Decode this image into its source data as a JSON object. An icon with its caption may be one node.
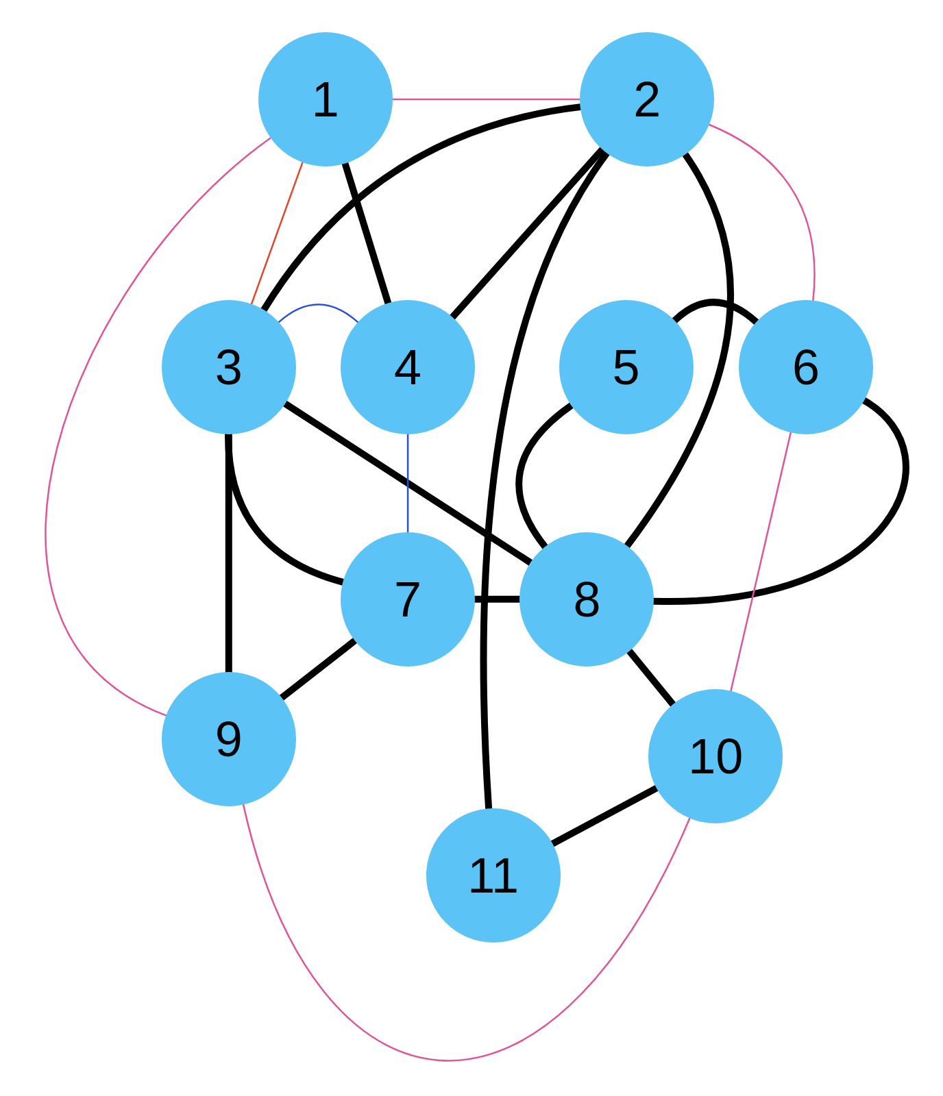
{
  "diagram": {
    "nodes": [
      {
        "text": [
          "1"
        ]
      },
      {
        "text": [
          "2"
        ]
      },
      {
        "text": [
          "3"
        ]
      },
      {
        "text": [
          "4"
        ]
      },
      {
        "text": [
          "5"
        ]
      },
      {
        "text": [
          "6"
        ]
      },
      {
        "text": [
          "7"
        ]
      },
      {
        "text": [
          "8"
        ]
      },
      {
        "text": [
          "9"
        ]
      },
      {
        "text": [
          "10"
        ]
      },
      {
        "text": [
          "11"
        ]
      }
    ],
    "edges": [
      {
        "from": 0,
        "to": 1,
        "arrow": "none",
        "color": "#e0559a"
      },
      {
        "from": 0,
        "to": 8,
        "arrow": "none",
        "color": "#e0559a"
      },
      {
        "from": 0,
        "to": 2,
        "arrow": "none",
        "color": "#e04a2a"
      },
      {
        "from": 0,
        "to": 3,
        "arrow": "none"
      },
      {
        "from": 1,
        "to": 2,
        "arrow": "none"
      },
      {
        "from": 1,
        "to": 3,
        "arrow": "none"
      },
      {
        "from": 1,
        "to": 10,
        "arrow": "none"
      },
      {
        "from": 1,
        "to": 7,
        "arrow": "none"
      },
      {
        "from": 1,
        "to": 5,
        "arrow": "none",
        "color": "#e0559a"
      },
      {
        "from": 2,
        "to": 3,
        "arrow": "none",
        "color": "#2a4fd8"
      },
      {
        "from": 2,
        "to": 7,
        "arrow": "none"
      },
      {
        "from": 2,
        "to": 6,
        "arrow": "none"
      },
      {
        "from": 2,
        "to": 8,
        "arrow": "none"
      },
      {
        "from": 3,
        "to": 6,
        "arrow": "none",
        "color": "#2a4fd8"
      },
      {
        "from": 4,
        "to": 5,
        "arrow": "none"
      },
      {
        "from": 4,
        "to": 7,
        "arrow": "none"
      },
      {
        "from": 5,
        "to": 7,
        "arrow": "none"
      },
      {
        "from": 5,
        "to": 9,
        "arrow": "none",
        "color": "#e0559a"
      },
      {
        "from": 6,
        "to": 7,
        "arrow": "none"
      },
      {
        "from": 6,
        "to": 8,
        "arrow": "none"
      },
      {
        "from": 7,
        "to": 9,
        "arrow": "none"
      },
      {
        "from": 9,
        "to": 10,
        "arrow": "none"
      },
      {
        "from": 8,
        "to": 9,
        "arrow": "none",
        "color": "#e0559a"
      }
    ]
  }
}
